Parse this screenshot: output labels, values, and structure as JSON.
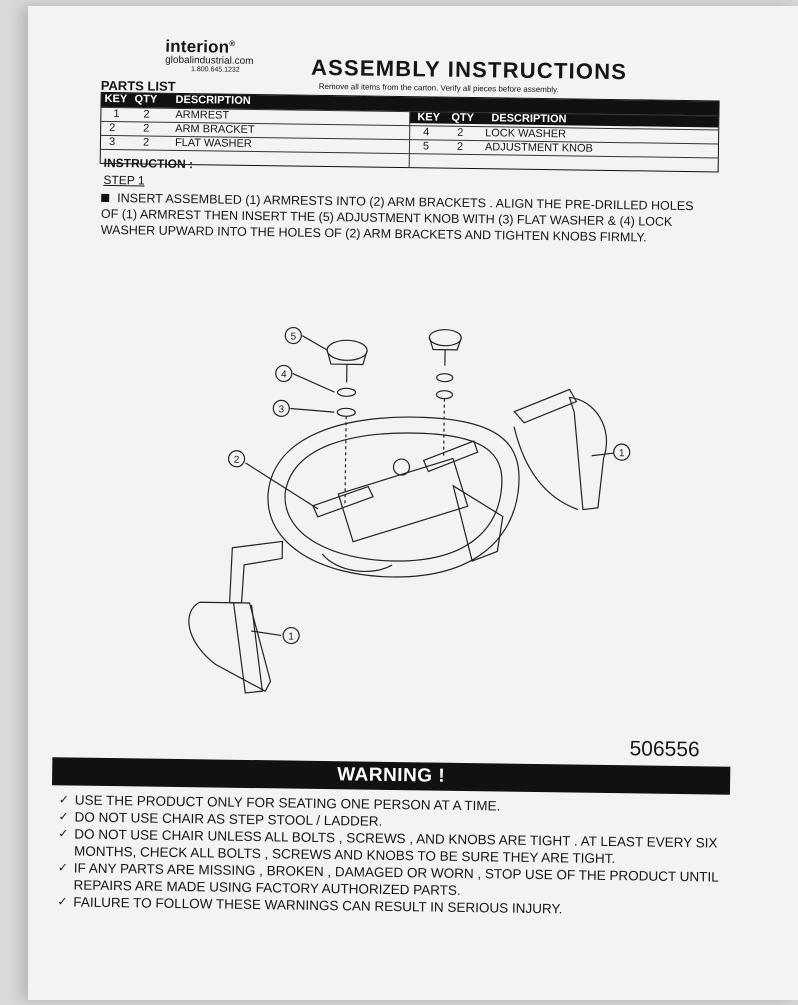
{
  "logo": {
    "brand": "interion",
    "reg": "®",
    "site": "globalindustrial.com",
    "phone": "1.800.645.1232"
  },
  "title": "ASSEMBLY INSTRUCTIONS",
  "subtitle": "Remove all items from the carton. Verify all pieces before assembly.",
  "parts_heading": "PARTS LIST",
  "parts_table": {
    "headers": {
      "key": "KEY",
      "qty": "QTY",
      "desc": "DESCRIPTION"
    },
    "left": [
      {
        "key": "1",
        "qty": "2",
        "desc": "ARMREST"
      },
      {
        "key": "2",
        "qty": "2",
        "desc": "ARM BRACKET"
      },
      {
        "key": "3",
        "qty": "2",
        "desc": "FLAT WASHER"
      }
    ],
    "right": [
      {
        "key": "4",
        "qty": "2",
        "desc": "LOCK WASHER"
      },
      {
        "key": "5",
        "qty": "2",
        "desc": "ADJUSTMENT KNOB"
      }
    ]
  },
  "instruction_heading": "INSTRUCTION :",
  "step": "STEP 1",
  "step_text": "INSERT ASSEMBLED (1) ARMRESTS INTO (2) ARM BRACKETS . ALIGN THE PRE-DRILLED HOLES OF (1) ARMREST THEN INSERT THE (5) ADJUSTMENT KNOB WITH (3) FLAT WASHER & (4) LOCK WASHER UPWARD INTO THE HOLES OF (2) ARM BRACKETS AND TIGHTEN KNOBS FIRMLY.",
  "callouts": [
    "5",
    "4",
    "3",
    "2",
    "1",
    "1"
  ],
  "model_code": "506556",
  "warning_title": "WARNING !",
  "warnings": [
    "USE THE PRODUCT ONLY FOR SEATING ONE PERSON AT A TIME.",
    "DO NOT USE CHAIR AS STEP STOOL / LADDER.",
    "DO NOT USE CHAIR UNLESS ALL BOLTS , SCREWS , AND KNOBS ARE TIGHT . AT LEAST EVERY SIX MONTHS, CHECK ALL BOLTS , SCREWS AND KNOBS TO BE SURE THEY ARE TIGHT.",
    "IF ANY PARTS ARE MISSING , BROKEN , DAMAGED OR WORN , STOP USE OF THE PRODUCT UNTIL REPAIRS ARE MADE USING FACTORY AUTHORIZED PARTS.",
    "FAILURE TO FOLLOW THESE WARNINGS CAN RESULT IN SERIOUS INJURY."
  ]
}
